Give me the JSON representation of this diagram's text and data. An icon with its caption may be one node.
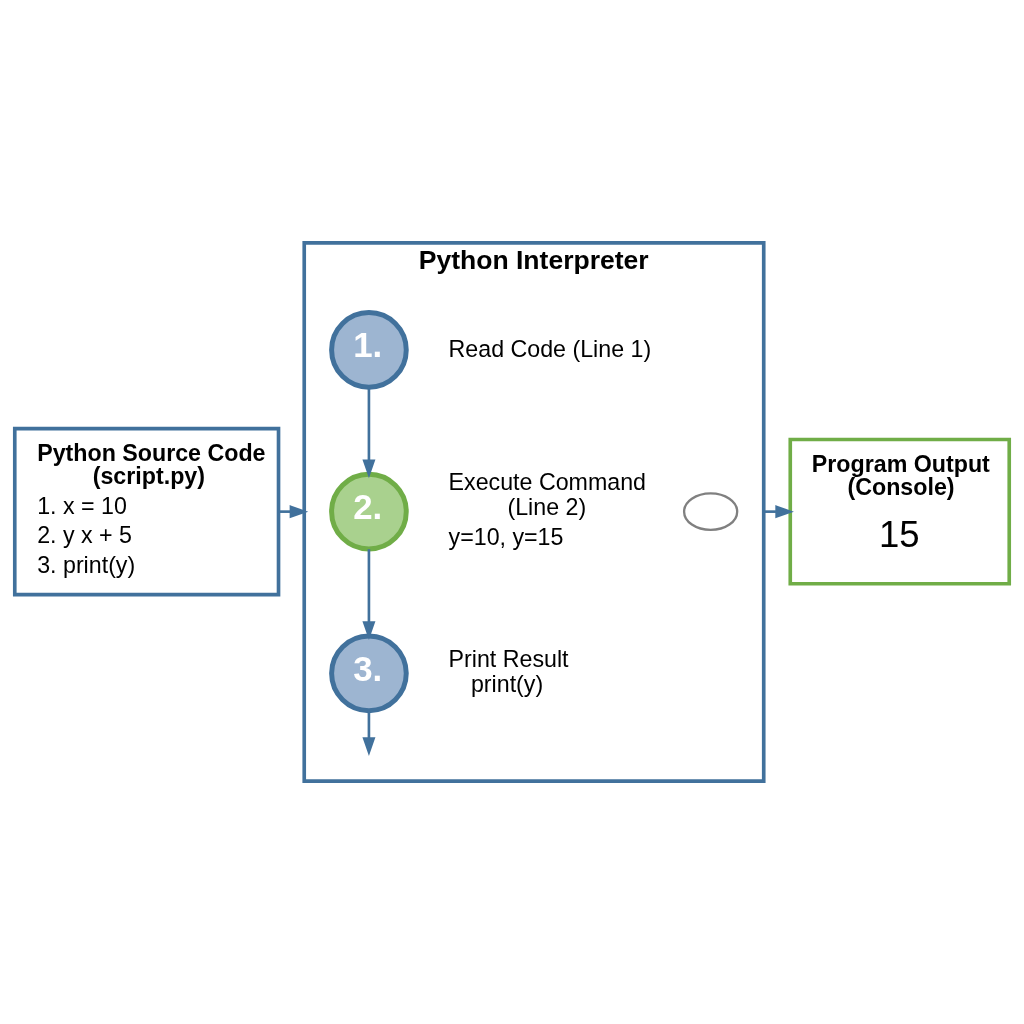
{
  "diagram": {
    "nodes": [
      {
        "text": [
          "Python Source Code (script.py)",
          "1. x = 10",
          "2. y x + 5",
          "3. print(y)"
        ]
      },
      {
        "text": [
          "Python Interpreter"
        ]
      },
      {
        "text": [
          "1."
        ],
        "in": 1,
        "beside": [
          "Read Code (Line 1)"
        ]
      },
      {
        "text": [
          "2."
        ],
        "in": 1,
        "beside": [
          "Execute Command (Line 2)",
          "y=10, y=15"
        ]
      },
      {
        "text": [],
        "shape": "cloud",
        "in": 1
      },
      {
        "text": [
          "3."
        ],
        "in": 1,
        "beside": [
          "Print Result print(y)"
        ]
      },
      {
        "text": [
          "Program Output (Console)",
          "15"
        ]
      }
    ],
    "edges": [
      {
        "from": 0,
        "to": 1,
        "arrow": "to"
      },
      {
        "from": 2,
        "to": 3,
        "arrow": "to"
      },
      {
        "from": 3,
        "to": 5,
        "arrow": "to"
      },
      {
        "from": 1,
        "to": 6,
        "arrow": "to"
      },
      {
        "from": 5,
        "to": null,
        "arrow": "to"
      }
    ]
  }
}
